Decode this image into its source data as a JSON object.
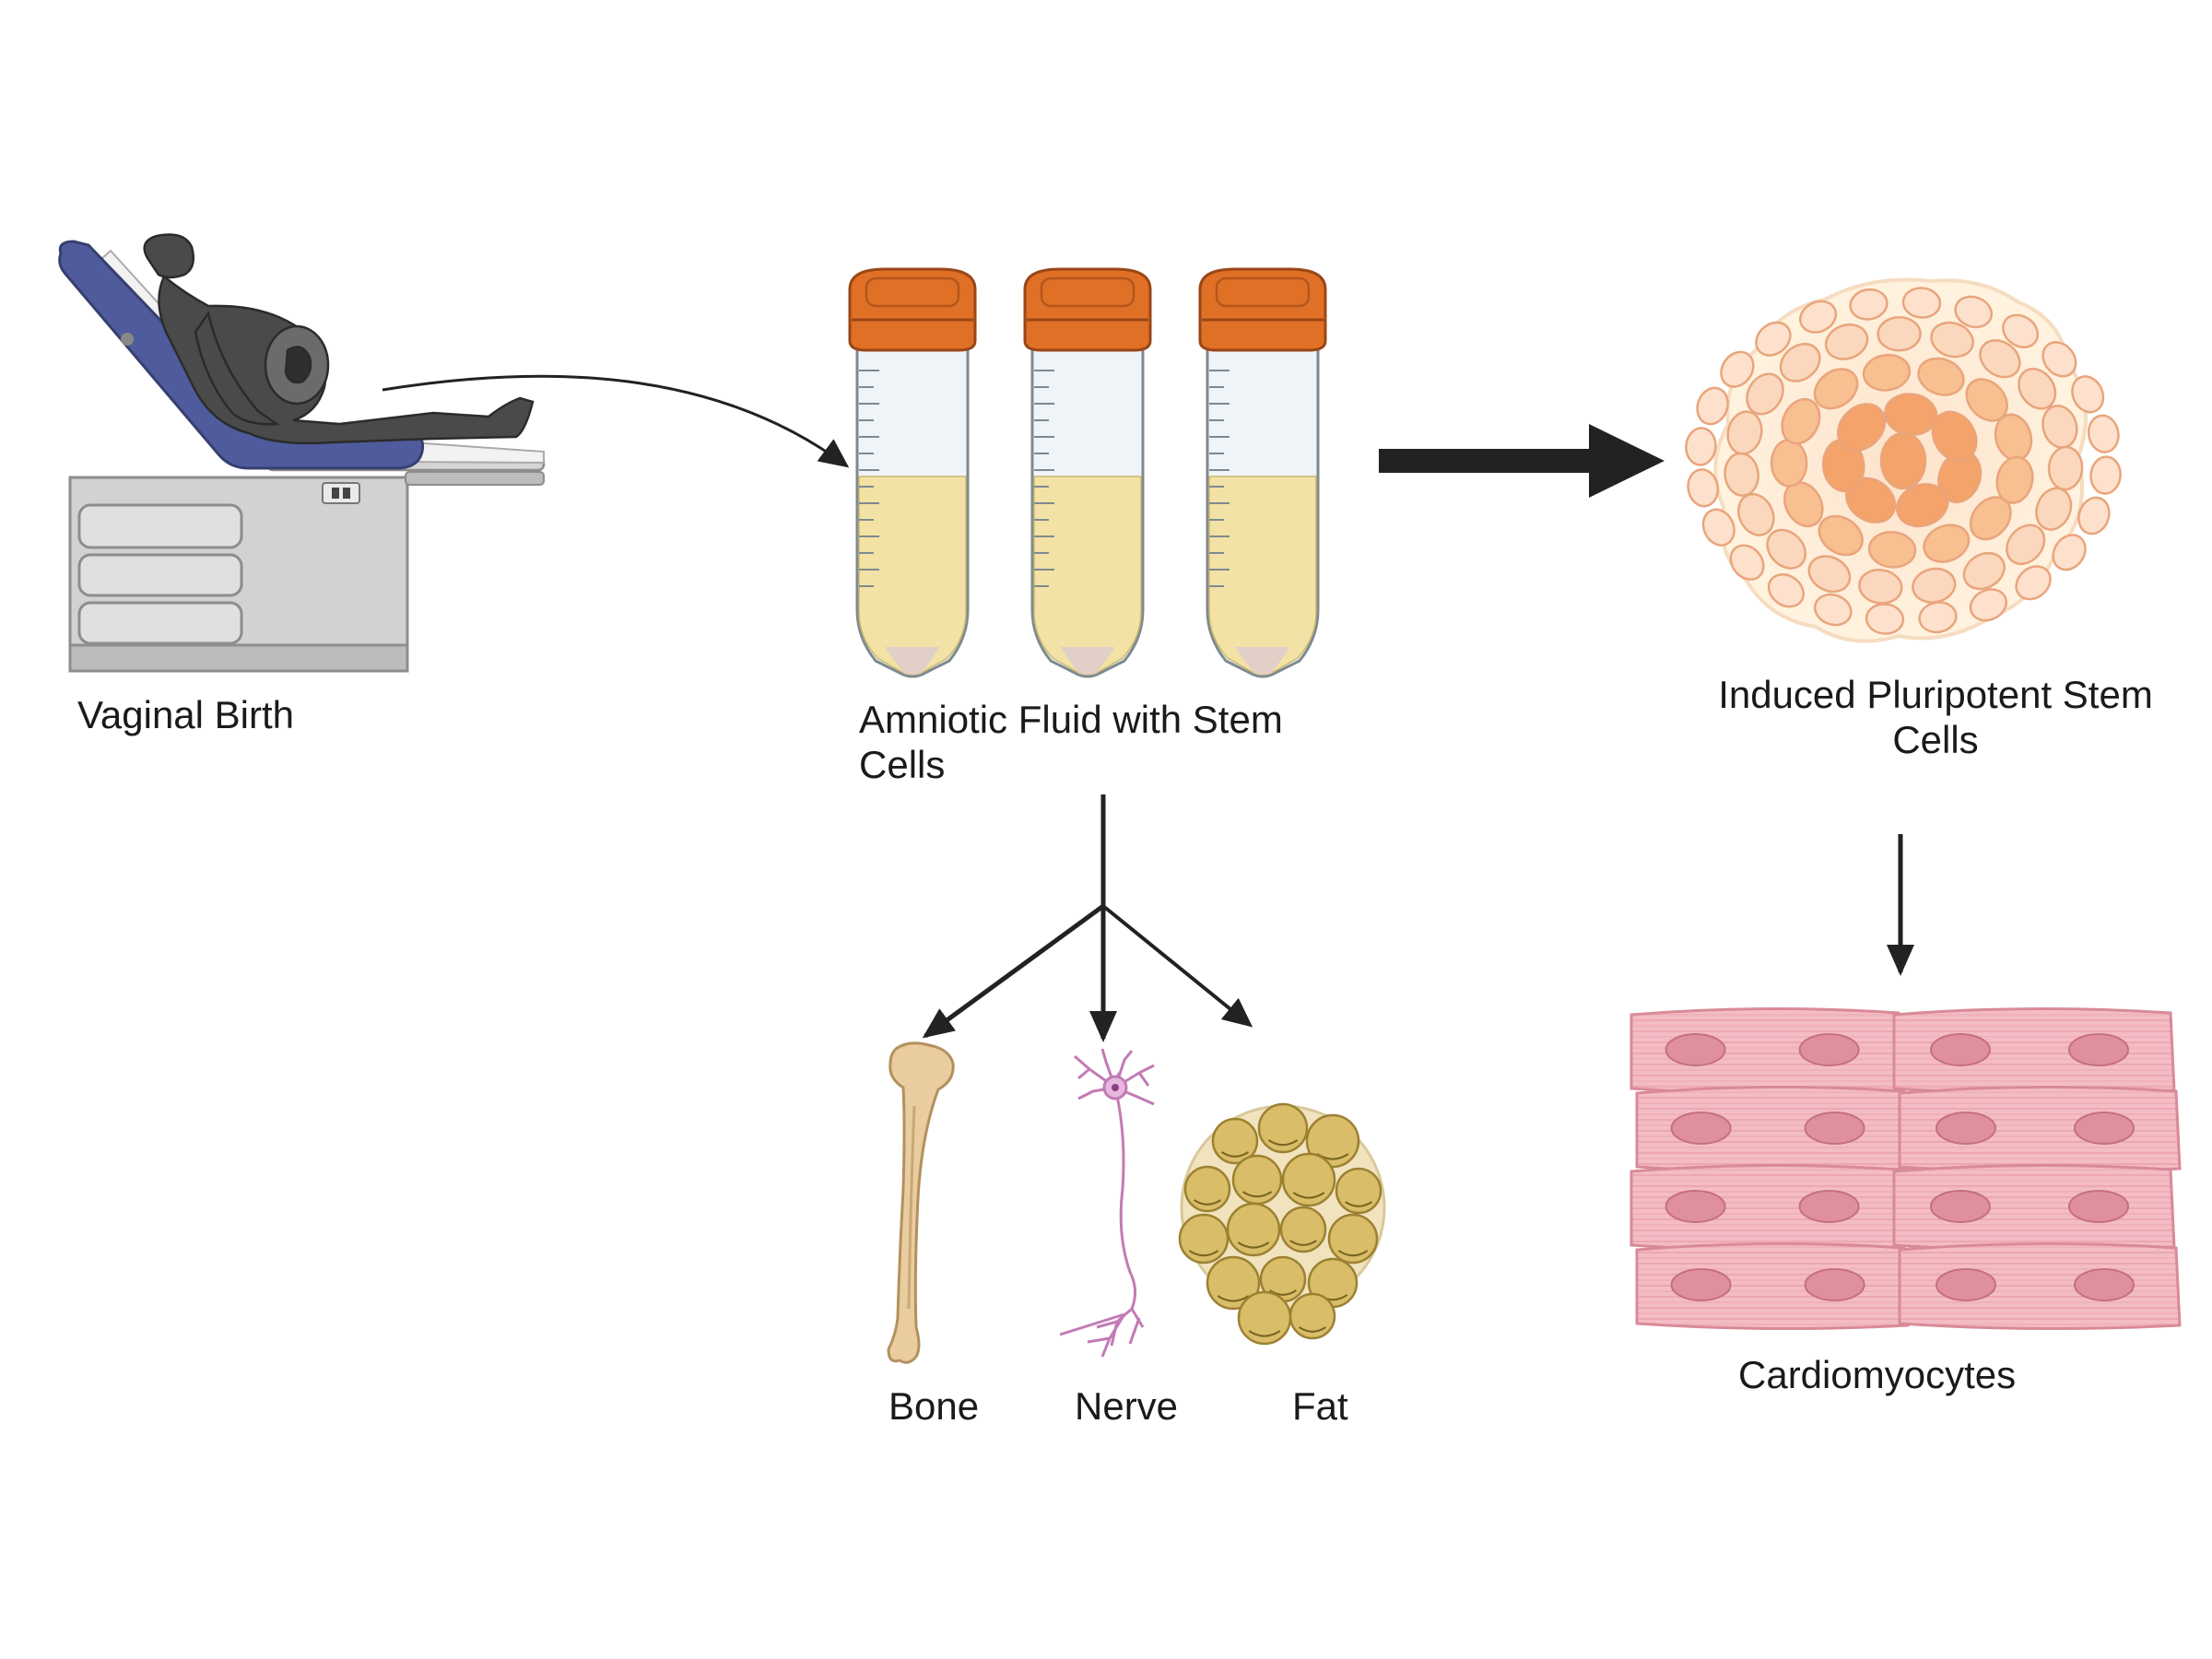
{
  "labels": {
    "vaginal_birth": "Vaginal Birth",
    "amniotic_line1": "Amniotic Fluid with Stem",
    "amniotic_line2": "Cells",
    "ipsc_line1": "Induced Pluripotent Stem",
    "ipsc_line2": "Cells",
    "bone": "Bone",
    "nerve": "Nerve",
    "fat": "Fat",
    "cardiomyocytes": "Cardiomyocytes"
  },
  "colors": {
    "arrow": "#222222",
    "tube_cap": "#e07026",
    "fluid": "#f3e2a6",
    "bed_cushion": "#4f5b9c",
    "bed_cabinet": "#cfcdcd",
    "figure": "#4a4a4a",
    "cell_orange": "#f4a36a",
    "cell_pale": "#fbd8bd",
    "muscle": "#f2b5bd",
    "nucleus": "#e0909c",
    "bone": "#e9cda0",
    "neuron": "#c27bb5",
    "fat": "#d9bd68"
  }
}
